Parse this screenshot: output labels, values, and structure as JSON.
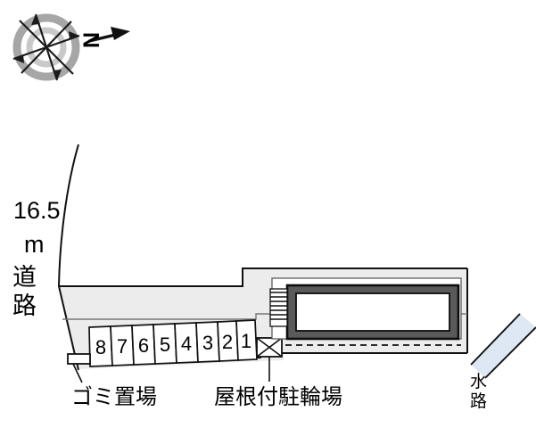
{
  "plan": {
    "title": "apartment-site-plan",
    "compass": {
      "north_label": "N",
      "icon": "compass-rose-icon",
      "ring_color": "#9a9a9a"
    },
    "road": {
      "label_line1": "16.5",
      "label_line2": "m",
      "label_line3": "道",
      "label_line4": "路",
      "full_label": "16.5m道路"
    },
    "waterway": {
      "label_char1": "水",
      "label_char2": "路",
      "full_label": "水路",
      "band_color": "#dde8f4"
    },
    "parking": {
      "stalls": [
        "8",
        "7",
        "6",
        "5",
        "4",
        "3",
        "2",
        "1"
      ]
    },
    "annotations": {
      "garbage": "ゴミ置場",
      "bicycle": "屋根付駐輪場"
    },
    "colors": {
      "site_fill": "#ececec",
      "building_wall": "#5a5a5a",
      "building_inner": "#ffffff",
      "outline": "#111111"
    }
  }
}
